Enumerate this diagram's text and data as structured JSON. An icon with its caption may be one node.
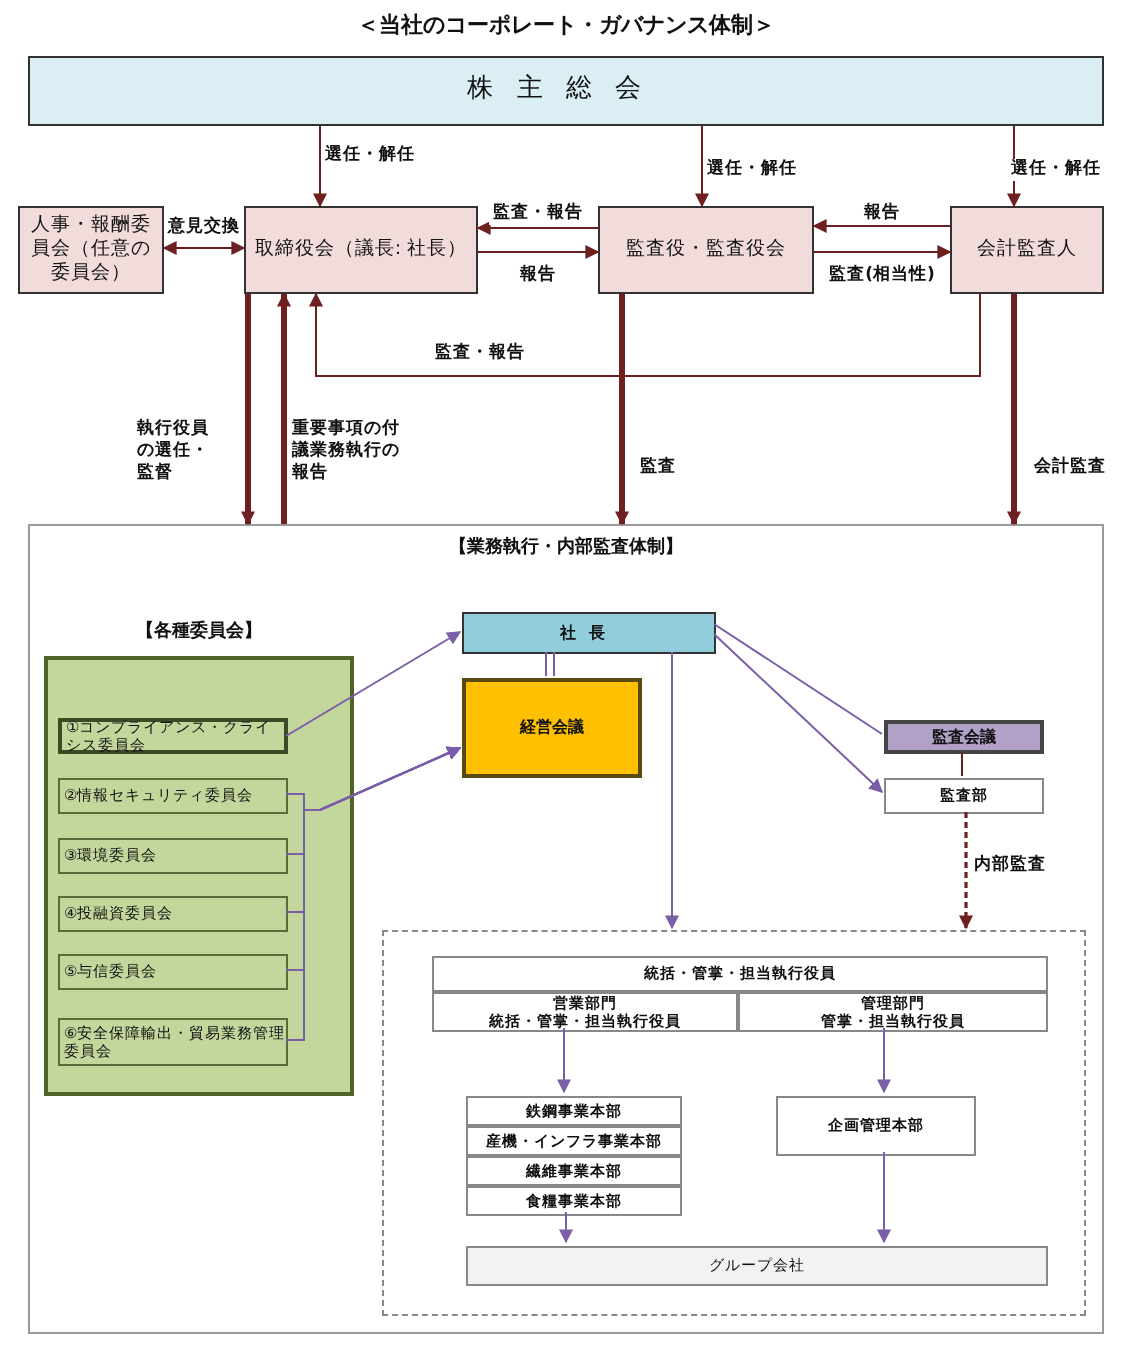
{
  "diagram": {
    "title": "＜当社のコーポレート・ガバナンス体制＞",
    "nodes": [
      {
        "text": [
          "株主総会"
        ]
      },
      {
        "text": [
          "人事・報酬委員会（任意の委員会）"
        ]
      },
      {
        "text": [
          "取締役会（議長: 社長）"
        ]
      },
      {
        "text": [
          "監査役・監査役会"
        ]
      },
      {
        "text": [
          "会計監査人"
        ]
      },
      {
        "text": [
          "【業務執行・内部監査体制】"
        ]
      },
      {
        "text": [
          "【各種委員会】"
        ],
        "in": 5
      },
      {
        "text": [
          "①コンプライアンス・クライシス委員会"
        ],
        "in": 6
      },
      {
        "text": [
          "②情報セキュリティ委員会"
        ],
        "in": 6
      },
      {
        "text": [
          "③環境委員会"
        ],
        "in": 6
      },
      {
        "text": [
          "④投融資委員会"
        ],
        "in": 6
      },
      {
        "text": [
          "⑤与信委員会"
        ],
        "in": 6
      },
      {
        "text": [
          "⑥安全保障輸出・貿易業務管理委員会"
        ],
        "in": 6
      },
      {
        "text": [
          "社長"
        ],
        "in": 5
      },
      {
        "text": [
          "経営会議"
        ],
        "in": 5
      },
      {
        "text": [
          "監査会議"
        ],
        "in": 5
      },
      {
        "text": [
          "監査部"
        ],
        "in": 5
      },
      {
        "text": [],
        "shape": "box",
        "in": 5
      },
      {
        "text": [
          "統括・管掌・担当執行役員"
        ],
        "in": 17
      },
      {
        "text": [
          "営業部門",
          "統括・管掌・担当執行役員"
        ],
        "in": 17
      },
      {
        "text": [
          "管理部門",
          "管掌・担当執行役員"
        ],
        "in": 17
      },
      {
        "text": [
          "鉄鋼事業本部"
        ],
        "in": 17
      },
      {
        "text": [
          "産機・インフラ事業本部"
        ],
        "in": 17
      },
      {
        "text": [
          "繊維事業本部"
        ],
        "in": 17
      },
      {
        "text": [
          "食糧事業本部"
        ],
        "in": 17
      },
      {
        "text": [
          "企画管理本部"
        ],
        "in": 17
      },
      {
        "text": [
          "グループ会社"
        ],
        "in": 17
      }
    ],
    "edges": [
      {
        "from": 0,
        "to": 2,
        "arrow": "to",
        "label": "選任・解任"
      },
      {
        "from": 0,
        "to": 3,
        "arrow": "to",
        "label": "選任・解任"
      },
      {
        "from": 0,
        "to": 4,
        "arrow": "to",
        "label": "選任・解任"
      },
      {
        "from": 1,
        "to": 2,
        "arrow": "both",
        "label": "意見交換"
      },
      {
        "from": 3,
        "to": 2,
        "arrow": "to",
        "label": "監査・報告"
      },
      {
        "from": 2,
        "to": 3,
        "arrow": "to",
        "label": "報告"
      },
      {
        "from": 4,
        "to": 3,
        "arrow": "to",
        "label": "報告"
      },
      {
        "from": 3,
        "to": 4,
        "arrow": "to",
        "label": "監査(相当性)"
      },
      {
        "from": 4,
        "to": 2,
        "arrow": "to",
        "label": "監査・報告"
      },
      {
        "from": 2,
        "to": 5,
        "arrow": "to",
        "label": "執行役員の選任・監督",
        "style": "thick"
      },
      {
        "from": 5,
        "to": 2,
        "arrow": "to",
        "label": "重要事項の付議業務執行の報告",
        "style": "thick"
      },
      {
        "from": 3,
        "to": 5,
        "arrow": "to",
        "label": "監査",
        "style": "thick"
      },
      {
        "from": 4,
        "to": 5,
        "arrow": "to",
        "label": "会計監査",
        "style": "thick"
      },
      {
        "from": 7,
        "to": 13,
        "arrow": "to",
        "color": "#7b5ea7"
      },
      {
        "from": 8,
        "to": 14,
        "arrow": "to",
        "color": "#7b5ea7"
      },
      {
        "from": 9,
        "to": 14,
        "arrow": "to",
        "color": "#7b5ea7"
      },
      {
        "from": 10,
        "to": 14,
        "arrow": "to",
        "color": "#7b5ea7"
      },
      {
        "from": 11,
        "to": 14,
        "arrow": "to",
        "color": "#7b5ea7"
      },
      {
        "from": 12,
        "to": 14,
        "arrow": "to",
        "color": "#7b5ea7"
      },
      {
        "from": 13,
        "to": 14,
        "arrow": "none",
        "color": "#7b5ea7"
      },
      {
        "from": 13,
        "to": 15,
        "arrow": "none",
        "color": "#7b5ea7"
      },
      {
        "from": 13,
        "to": 16,
        "arrow": "to",
        "color": "#7b5ea7"
      },
      {
        "from": 15,
        "to": 16,
        "arrow": "none"
      },
      {
        "from": 13,
        "to": 17,
        "arrow": "to",
        "color": "#7b5ea7"
      },
      {
        "from": 16,
        "to": 17,
        "arrow": "to",
        "label": "内部監査",
        "style": "dashed"
      },
      {
        "from": 19,
        "to": 21,
        "arrow": "to",
        "color": "#7b5ea7"
      },
      {
        "from": 20,
        "to": 25,
        "arrow": "to",
        "color": "#7b5ea7"
      },
      {
        "from": 24,
        "to": 26,
        "arrow": "to",
        "color": "#7b5ea7"
      },
      {
        "from": 25,
        "to": 26,
        "arrow": "to",
        "color": "#7b5ea7"
      }
    ]
  }
}
